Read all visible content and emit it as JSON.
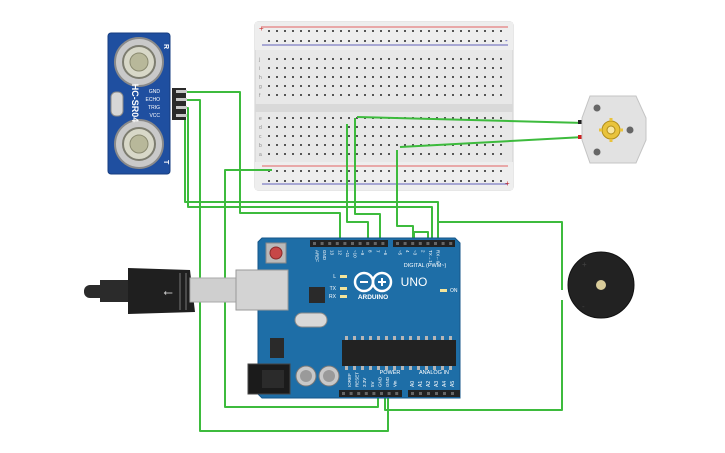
{
  "sensor": {
    "name": "HC-SR04",
    "pins": [
      "GND",
      "ECHO",
      "TRIG",
      "VCC"
    ],
    "mark_t": "T",
    "mark_r": "R"
  },
  "arduino": {
    "brand": "ARDUINO",
    "model": "UNO",
    "on_label": "ON",
    "digital_label": "DIGITAL (PWM~)",
    "power_label": "POWER",
    "analog_label": "ANALOG IN",
    "led_labels": [
      "L",
      "TX",
      "RX"
    ],
    "digital_pins": [
      "AREF",
      "GND",
      "13",
      "12",
      "~11",
      "~10",
      "~9",
      "8",
      "7",
      "~6",
      "~5",
      "4",
      "~3",
      "2",
      "TX→1",
      "RX←0"
    ],
    "power_pins": [
      "IOREF",
      "RESET",
      "3.3V",
      "5V",
      "GND",
      "GND",
      "Vin"
    ],
    "analog_pins": [
      "A0",
      "A1",
      "A2",
      "A3",
      "A4",
      "A5"
    ]
  },
  "breadboard": {
    "row_letters_top": [
      "j",
      "i",
      "h",
      "g",
      "f"
    ],
    "row_letters_bottom": [
      "e",
      "d",
      "c",
      "b",
      "a"
    ],
    "plus": "+",
    "minus": "-"
  },
  "buzzer": {
    "plus": "+",
    "minus": "-"
  },
  "colors": {
    "wire": "#3dbb3d",
    "board": "#1e6ea7",
    "board_dark": "#15568a",
    "sensor": "#1f4fa0",
    "breadboard": "#e9e9e9",
    "motor": "#e3e3e3",
    "buzzer": "#222222",
    "red_wire": "#cc2222",
    "black_wire": "#222222"
  },
  "icons": [
    "usb-cable-icon",
    "arduino-logo-icon",
    "motor-gear-icon"
  ]
}
